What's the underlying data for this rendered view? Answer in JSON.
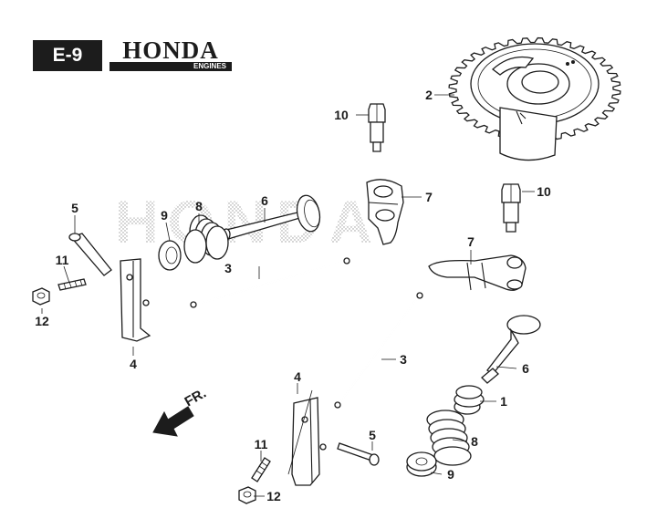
{
  "header": {
    "page_code": "E-9",
    "brand": "HONDA",
    "brand_sub": "ENGINES"
  },
  "direction_label": "FR.",
  "watermark": "HONDA",
  "callouts": [
    {
      "id": "c10a",
      "label": "10"
    },
    {
      "id": "c2",
      "label": "2"
    },
    {
      "id": "c10b",
      "label": "10"
    },
    {
      "id": "c7a",
      "label": "7"
    },
    {
      "id": "c7b",
      "label": "7"
    },
    {
      "id": "c5a",
      "label": "5"
    },
    {
      "id": "c9a",
      "label": "9"
    },
    {
      "id": "c8a",
      "label": "8"
    },
    {
      "id": "c6a",
      "label": "6"
    },
    {
      "id": "c3a",
      "label": "3"
    },
    {
      "id": "c11a",
      "label": "11"
    },
    {
      "id": "c12a",
      "label": "12"
    },
    {
      "id": "c4a",
      "label": "4"
    },
    {
      "id": "c3b",
      "label": "3"
    },
    {
      "id": "c6b",
      "label": "6"
    },
    {
      "id": "c1",
      "label": "1"
    },
    {
      "id": "c4b",
      "label": "4"
    },
    {
      "id": "c5b",
      "label": "5"
    },
    {
      "id": "c8b",
      "label": "8"
    },
    {
      "id": "c11b",
      "label": "11"
    },
    {
      "id": "c9b",
      "label": "9"
    },
    {
      "id": "c12b",
      "label": "12"
    }
  ]
}
